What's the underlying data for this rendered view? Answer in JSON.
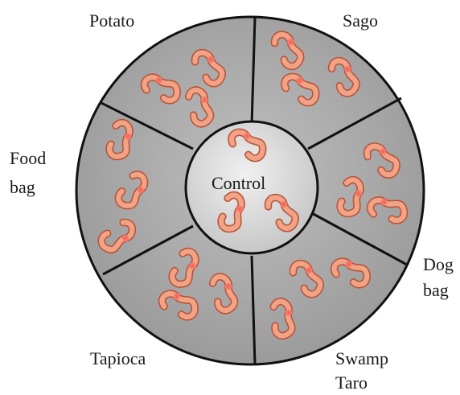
{
  "diagram": {
    "center_label": "Control",
    "sector_labels": {
      "potato": "Potato",
      "sago": "Sago",
      "food_bag_line1": "Food",
      "food_bag_line2": "bag",
      "dog_bag_line1": "Dog",
      "dog_bag_line2": "bag",
      "tapioca": "Tapioca",
      "swamp_taro_line1": "Swamp",
      "swamp_taro_line2": "Taro"
    },
    "colors": {
      "outer_fill": "#a6a6a6",
      "inner_fill": "#d4d4d4",
      "border": "#111111",
      "worm_fill": "#f2a385",
      "worm_stroke": "#b8533a",
      "clitellum": "#f06a60"
    },
    "worm_counts": {
      "sago": 3,
      "potato": 3,
      "food_bag": 3,
      "dog_bag": 3,
      "swamp_taro": 3,
      "tapioca": 3,
      "control": 3
    }
  }
}
